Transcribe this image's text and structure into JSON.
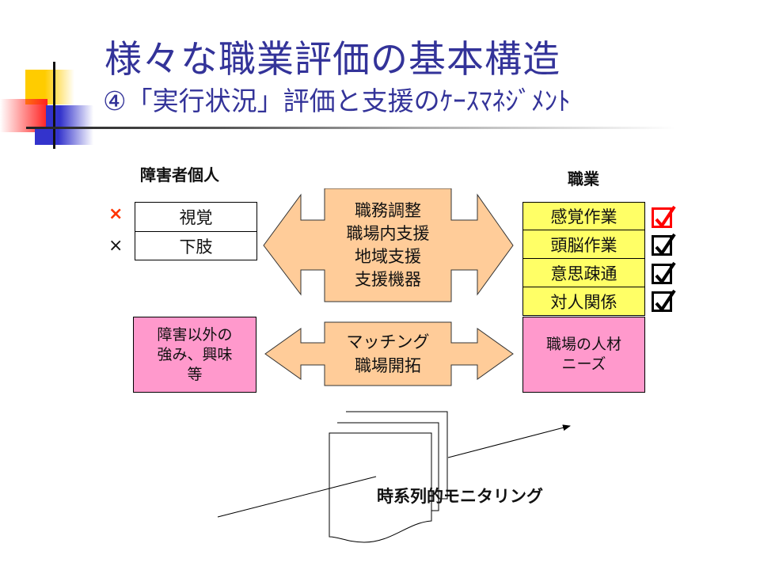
{
  "title": {
    "line1": "様々な職業評価の基本構造",
    "line2": "④「実行状況」評価と支援のｹｰｽﾏﾈｼﾞﾒﾝﾄ"
  },
  "individual": {
    "heading": "障害者個人",
    "impairments": [
      {
        "mark": "×",
        "mark_color": "#ff3300",
        "label": "視覚"
      },
      {
        "mark": "×",
        "mark_color": "#111111",
        "label": "下肢"
      }
    ],
    "strengths": [
      "障害以外の",
      "強み、興味",
      "等"
    ]
  },
  "support_arrow": {
    "lines": [
      "職務調整",
      "職場内支援",
      "地域支援",
      "支援機器"
    ],
    "fill": "#ffcc99"
  },
  "matching_arrow": {
    "lines": [
      "マッチング",
      "職場開拓"
    ],
    "fill": "#ffcc99"
  },
  "job": {
    "heading": "職業",
    "requirements": [
      {
        "label": "感覚作業",
        "checked": true,
        "check_color": "#ff0000"
      },
      {
        "label": "頭脳作業",
        "checked": true,
        "check_color": "#000000"
      },
      {
        "label": "意思疎通",
        "checked": true,
        "check_color": "#000000"
      },
      {
        "label": "対人関係",
        "checked": true,
        "check_color": "#000000"
      }
    ],
    "needs": [
      "職場の人材",
      "ニーズ"
    ]
  },
  "monitoring": {
    "label": "時系列的モニタリング"
  },
  "colors": {
    "title": "#333399",
    "requirement_fill": "#ffff66",
    "pink_fill": "#ff99cc",
    "arrow_fill": "#ffcc99"
  }
}
